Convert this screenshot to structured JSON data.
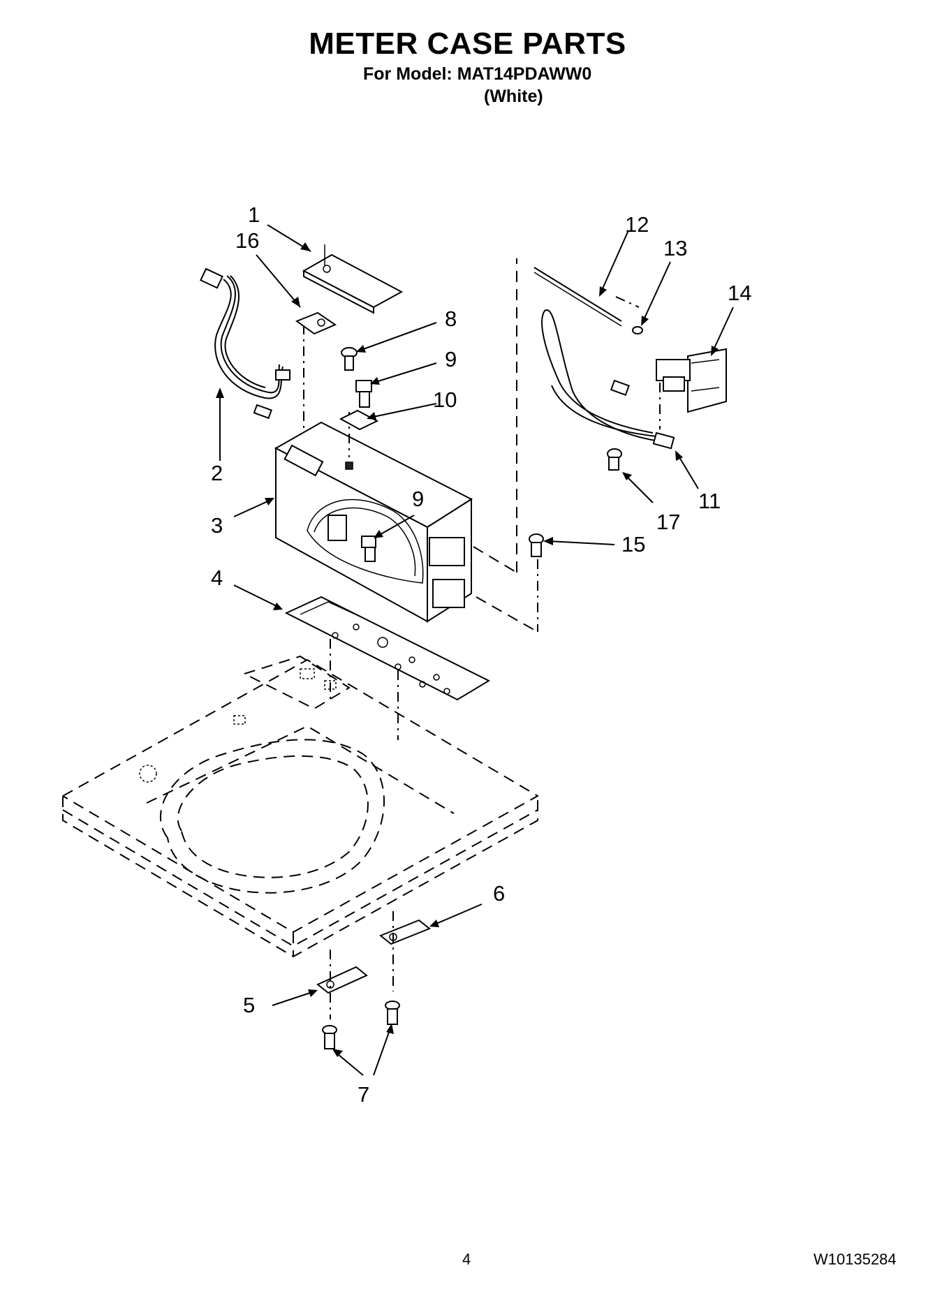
{
  "header": {
    "title": "METER CASE PARTS",
    "subtitle": "For Model: MAT14PDAWW0",
    "variant": "(White)"
  },
  "footer": {
    "page_number": "4",
    "doc_number": "W10135284"
  },
  "callouts": [
    "1",
    "16",
    "2",
    "3",
    "4",
    "5",
    "6",
    "7",
    "8",
    "9",
    "10",
    "9",
    "11",
    "12",
    "13",
    "14",
    "15",
    "17"
  ]
}
